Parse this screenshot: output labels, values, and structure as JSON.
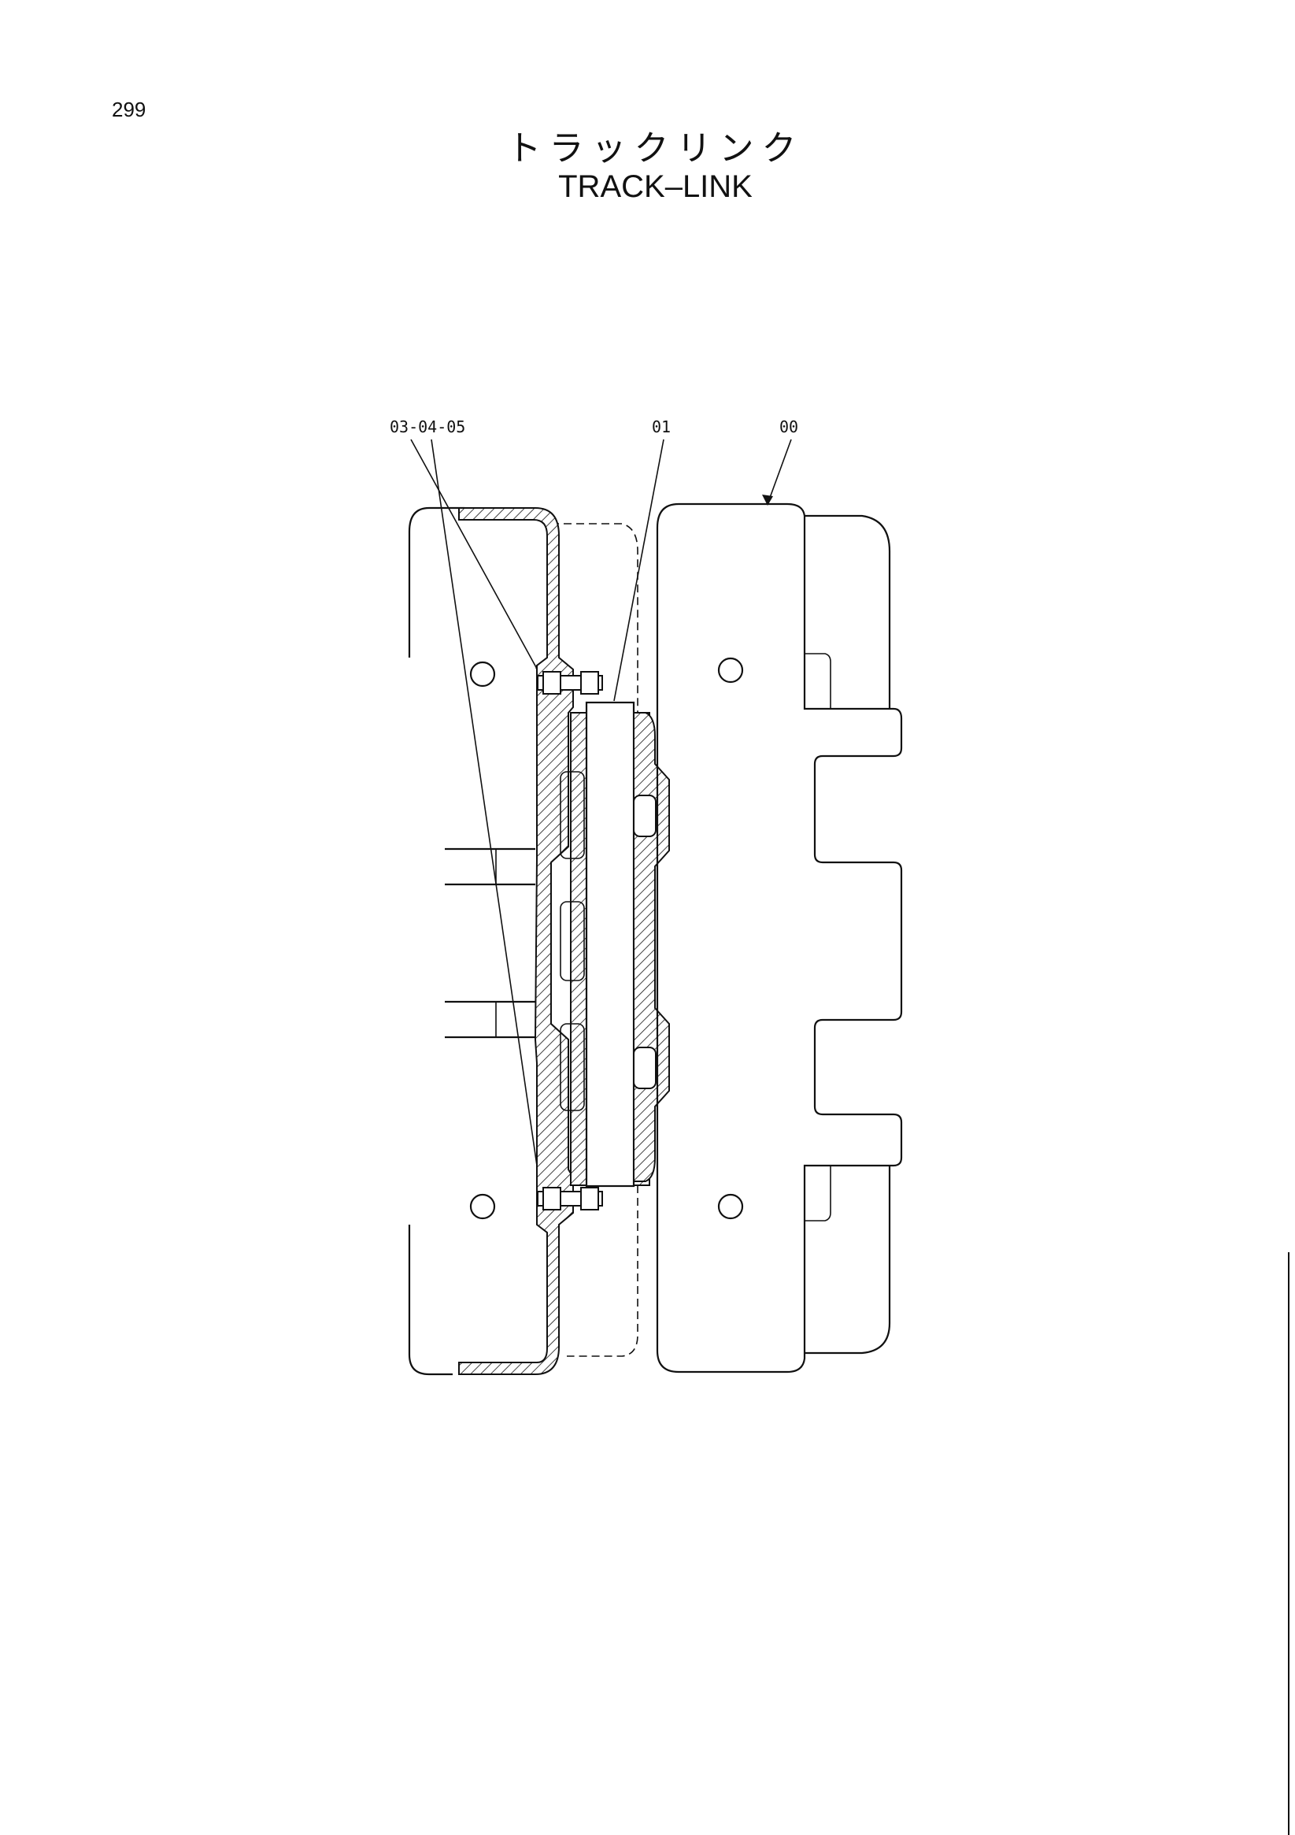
{
  "page": {
    "number": "299"
  },
  "title": {
    "japanese": "トラックリンク",
    "english": "TRACK–LINK"
  },
  "callouts": [
    {
      "id": "bolt-nut",
      "label": "03-04-05"
    },
    {
      "id": "pin",
      "label": "01"
    },
    {
      "id": "link",
      "label": "00"
    }
  ]
}
